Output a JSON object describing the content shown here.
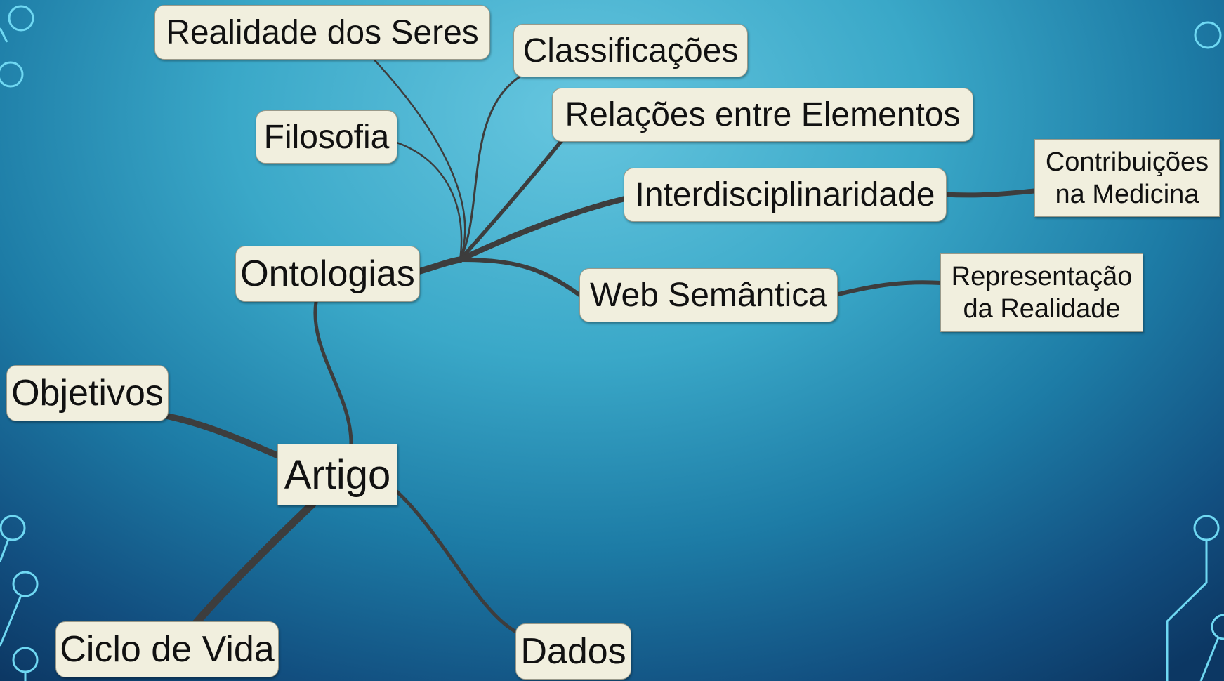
{
  "colors": {
    "link": "#3d3d3d",
    "node_fill": "#f1efde",
    "deco": "#6fd8f2"
  },
  "nodes": {
    "realidade_dos_seres": "Realidade dos Seres",
    "classificacoes": "Classificações",
    "filosofia": "Filosofia",
    "relacoes_entre_elementos": "Relações entre Elementos",
    "interdisciplinaridade": "Interdisciplinaridade",
    "contribuicoes_line1": "Contribuições",
    "contribuicoes_line2": "na Medicina",
    "ontologias": "Ontologias",
    "web_semantica": "Web Semântica",
    "representacao_line1": "Representação",
    "representacao_line2": "da Realidade",
    "objetivos": "Objetivos",
    "artigo": "Artigo",
    "ciclo_de_vida": "Ciclo de Vida",
    "dados": "Dados"
  }
}
